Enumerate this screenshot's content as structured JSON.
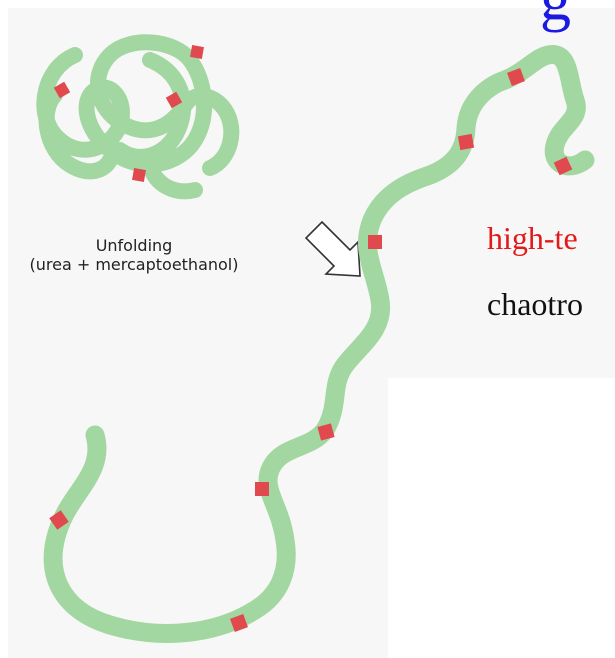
{
  "title_fragment": "g",
  "colors": {
    "chain": "#a3d7a1",
    "disulfide": "#e04a4e",
    "title": "#1a1ae0",
    "condition_highlight": "#e21a1a",
    "condition_text": "#111111"
  },
  "unfolding_label": {
    "line1": "Unfolding",
    "line2": "(urea + mercaptoethanol)"
  },
  "conditions": [
    {
      "text": "high-te"
    },
    {
      "text": "chaotro"
    }
  ],
  "arrow_icon": "hollow-down-right-arrow"
}
